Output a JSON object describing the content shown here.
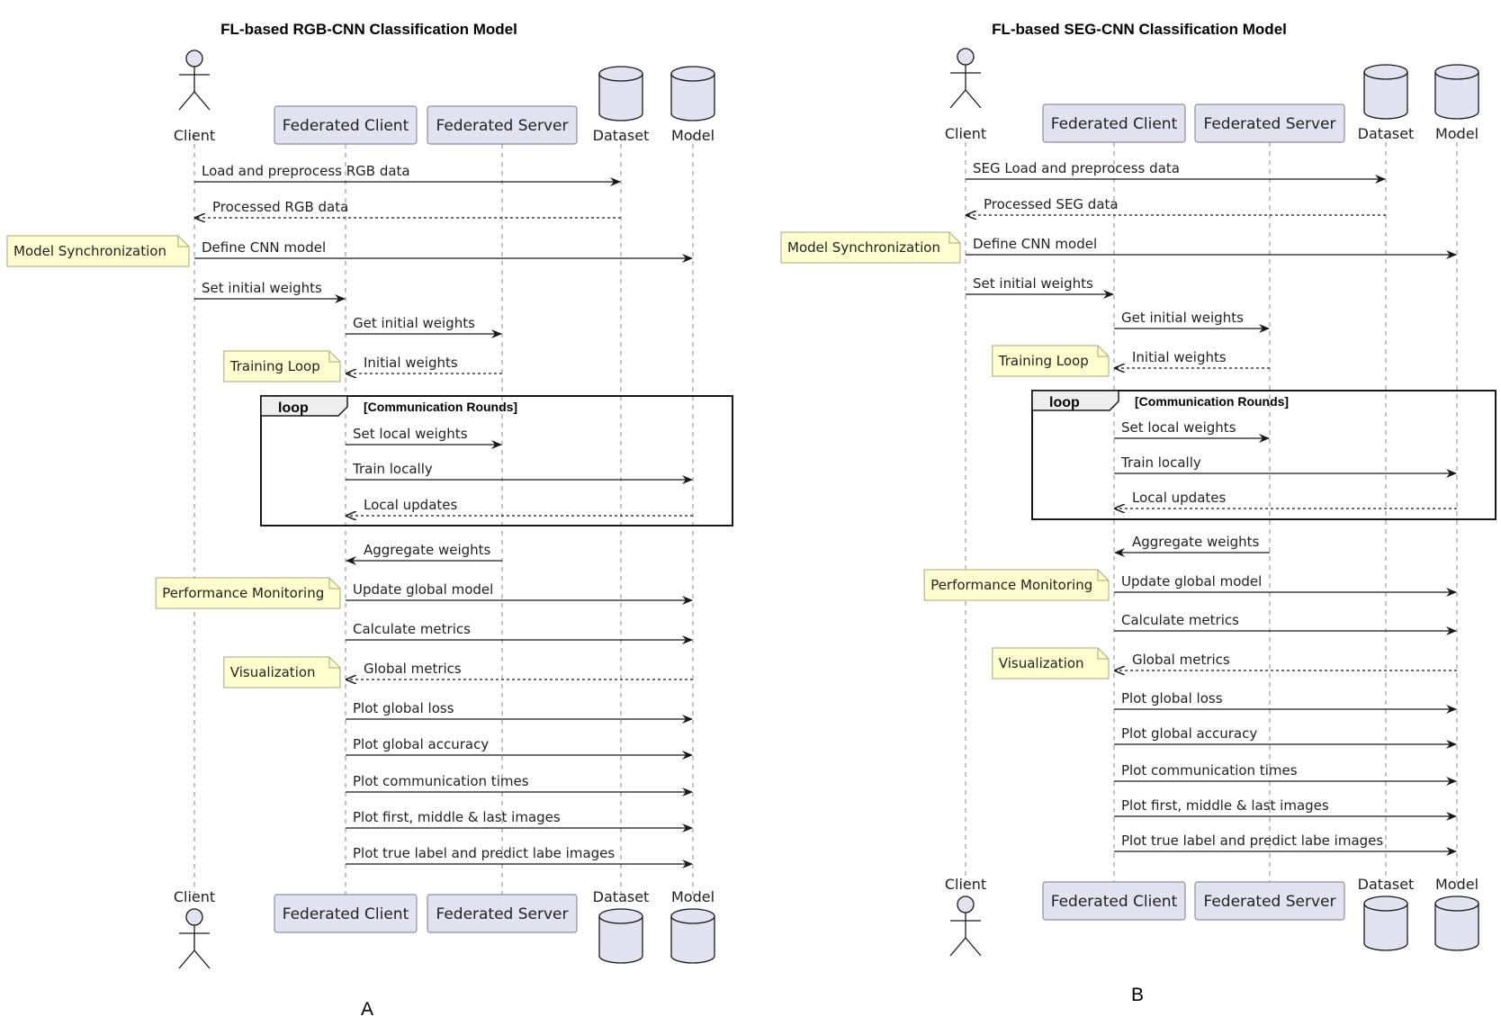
{
  "colors": {
    "participant_fill": "#e2e2f0",
    "participant_stroke": "#181818",
    "note_fill": "#fefece",
    "note_stroke": "#a8a87a",
    "line": "#181818",
    "lifeline": "#888888"
  },
  "diagrams": [
    {
      "id": "A",
      "title": "FL-based RGB-CNN Classification Model",
      "caption": "A",
      "participants": [
        {
          "id": "client",
          "label": "Client",
          "kind": "actor"
        },
        {
          "id": "fclient",
          "label": "Federated Client",
          "kind": "box"
        },
        {
          "id": "fserver",
          "label": "Federated Server",
          "kind": "box"
        },
        {
          "id": "dataset",
          "label": "Dataset",
          "kind": "database"
        },
        {
          "id": "model",
          "label": "Model",
          "kind": "database"
        }
      ],
      "messages": [
        {
          "from": "client",
          "to": "dataset",
          "label": "Load and preprocess RGB data",
          "style": "solid"
        },
        {
          "from": "dataset",
          "to": "client",
          "label": "Processed RGB data",
          "style": "dashed"
        },
        {
          "from": "client",
          "to": "model",
          "label": "Define CNN model",
          "style": "solid"
        },
        {
          "from": "client",
          "to": "fclient",
          "label": "Set initial weights",
          "style": "solid"
        },
        {
          "from": "fclient",
          "to": "fserver",
          "label": "Get initial weights",
          "style": "solid"
        },
        {
          "from": "fserver",
          "to": "fclient",
          "label": "Initial weights",
          "style": "dashed"
        },
        {
          "from": "fclient",
          "to": "fserver",
          "label": "Set local weights",
          "style": "solid"
        },
        {
          "from": "fclient",
          "to": "model",
          "label": "Train locally",
          "style": "solid"
        },
        {
          "from": "model",
          "to": "fclient",
          "label": "Local updates",
          "style": "dashed"
        },
        {
          "from": "fserver",
          "to": "fclient",
          "label": "Aggregate weights",
          "style": "solid"
        },
        {
          "from": "fclient",
          "to": "model",
          "label": "Update global model",
          "style": "solid"
        },
        {
          "from": "fclient",
          "to": "model",
          "label": "Calculate metrics",
          "style": "solid"
        },
        {
          "from": "model",
          "to": "fclient",
          "label": "Global metrics",
          "style": "dashed"
        },
        {
          "from": "fclient",
          "to": "model",
          "label": "Plot global loss",
          "style": "solid"
        },
        {
          "from": "fclient",
          "to": "model",
          "label": "Plot global accuracy",
          "style": "solid"
        },
        {
          "from": "fclient",
          "to": "model",
          "label": "Plot communication times",
          "style": "solid"
        },
        {
          "from": "fclient",
          "to": "model",
          "label": "Plot first, middle & last images",
          "style": "solid"
        },
        {
          "from": "fclient",
          "to": "model",
          "label": "Plot true label and predict labe images",
          "style": "solid"
        }
      ],
      "notes": [
        {
          "label": "Model Synchronization",
          "at_message": 2,
          "left_of": "client"
        },
        {
          "label": "Training Loop",
          "at_message": 5,
          "left_of": "fclient"
        },
        {
          "label": "Performance Monitoring",
          "at_message": 10,
          "left_of": "fclient"
        },
        {
          "label": "Visualization",
          "at_message": 12,
          "left_of": "fclient"
        }
      ],
      "loop": {
        "keyword": "loop",
        "condition": "[Communication Rounds]",
        "first_message": 6,
        "last_message": 8
      }
    },
    {
      "id": "B",
      "title": "FL-based SEG-CNN Classification Model",
      "caption": "B",
      "participants": [
        {
          "id": "client",
          "label": "Client",
          "kind": "actor"
        },
        {
          "id": "fclient",
          "label": "Federated Client",
          "kind": "box"
        },
        {
          "id": "fserver",
          "label": "Federated Server",
          "kind": "box"
        },
        {
          "id": "dataset",
          "label": "Dataset",
          "kind": "database"
        },
        {
          "id": "model",
          "label": "Model",
          "kind": "database"
        }
      ],
      "messages": [
        {
          "from": "client",
          "to": "dataset",
          "label": "SEG Load and preprocess data",
          "style": "solid"
        },
        {
          "from": "dataset",
          "to": "client",
          "label": "Processed SEG data",
          "style": "dashed"
        },
        {
          "from": "client",
          "to": "model",
          "label": "Define CNN model",
          "style": "solid"
        },
        {
          "from": "client",
          "to": "fclient",
          "label": "Set initial weights",
          "style": "solid"
        },
        {
          "from": "fclient",
          "to": "fserver",
          "label": "Get initial weights",
          "style": "solid"
        },
        {
          "from": "fserver",
          "to": "fclient",
          "label": "Initial weights",
          "style": "dashed"
        },
        {
          "from": "fclient",
          "to": "fserver",
          "label": "Set local weights",
          "style": "solid"
        },
        {
          "from": "fclient",
          "to": "model",
          "label": "Train locally",
          "style": "solid"
        },
        {
          "from": "model",
          "to": "fclient",
          "label": "Local updates",
          "style": "dashed"
        },
        {
          "from": "fserver",
          "to": "fclient",
          "label": "Aggregate weights",
          "style": "solid"
        },
        {
          "from": "fclient",
          "to": "model",
          "label": "Update global model",
          "style": "solid"
        },
        {
          "from": "fclient",
          "to": "model",
          "label": "Calculate metrics",
          "style": "solid"
        },
        {
          "from": "model",
          "to": "fclient",
          "label": "Global metrics",
          "style": "dashed"
        },
        {
          "from": "fclient",
          "to": "model",
          "label": "Plot global loss",
          "style": "solid"
        },
        {
          "from": "fclient",
          "to": "model",
          "label": "Plot global accuracy",
          "style": "solid"
        },
        {
          "from": "fclient",
          "to": "model",
          "label": "Plot communication times",
          "style": "solid"
        },
        {
          "from": "fclient",
          "to": "model",
          "label": "Plot first, middle & last images",
          "style": "solid"
        },
        {
          "from": "fclient",
          "to": "model",
          "label": "Plot true label and predict labe images",
          "style": "solid"
        }
      ],
      "notes": [
        {
          "label": "Model Synchronization",
          "at_message": 2,
          "left_of": "client"
        },
        {
          "label": "Training Loop",
          "at_message": 5,
          "left_of": "fclient"
        },
        {
          "label": "Performance Monitoring",
          "at_message": 10,
          "left_of": "fclient"
        },
        {
          "label": "Visualization",
          "at_message": 12,
          "left_of": "fclient"
        }
      ],
      "loop": {
        "keyword": "loop",
        "condition": "[Communication Rounds]",
        "first_message": 6,
        "last_message": 8
      }
    }
  ]
}
